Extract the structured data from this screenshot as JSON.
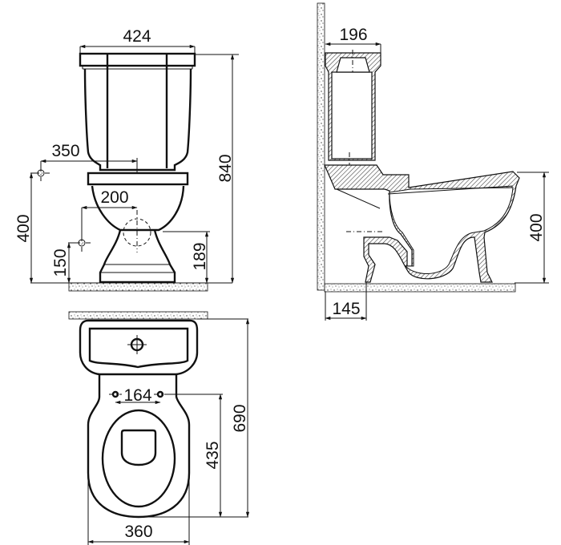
{
  "drawing": {
    "subject": "Close-coupled toilet technical drawing",
    "views": [
      "front-view",
      "side-section-view",
      "top-view"
    ]
  },
  "front_view": {
    "dimensions": {
      "tank_width": "424",
      "water_inlet_offset": "350",
      "drain_offset": "200",
      "overall_height": "840",
      "water_inlet_height": "400",
      "drain_center_height": "189",
      "side_inlet_height": "150"
    }
  },
  "side_view": {
    "dimensions": {
      "tank_depth": "196",
      "seat_height": "400",
      "outlet_from_wall": "145"
    }
  },
  "top_view": {
    "dimensions": {
      "bolt_spacing": "164",
      "bolt_to_front": "435",
      "overall_depth": "690",
      "bowl_width": "360"
    }
  },
  "colors": {
    "line": "#111111",
    "hatch": "#555555",
    "background": "#ffffff"
  }
}
